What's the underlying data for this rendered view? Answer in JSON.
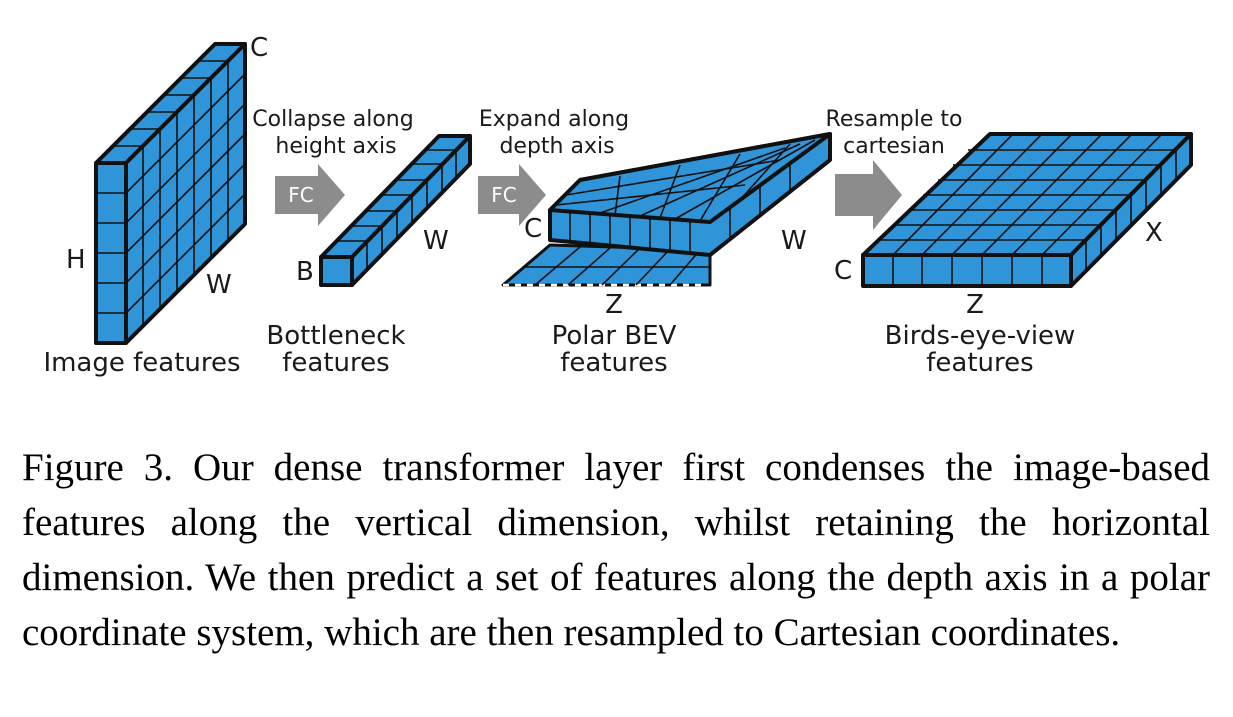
{
  "figure": {
    "image_features": {
      "label": "Image features",
      "dim_c": "C",
      "dim_h": "H",
      "dim_w": "W"
    },
    "step1": {
      "line1": "Collapse along",
      "line2": "height axis",
      "op": "FC"
    },
    "bottleneck": {
      "line1": "Bottleneck",
      "line2": "features",
      "dim_b": "B",
      "dim_w": "W"
    },
    "step2": {
      "line1": "Expand along",
      "line2": "depth axis",
      "op": "FC"
    },
    "polar": {
      "line1": "Polar BEV",
      "line2": "features",
      "dim_c": "C",
      "dim_w": "W",
      "dim_z": "Z"
    },
    "step3": {
      "line1": "Resample to",
      "line2": "cartesian"
    },
    "bev": {
      "line1": "Birds-eye-view",
      "line2": "features",
      "dim_c": "C",
      "dim_x": "X",
      "dim_z": "Z"
    },
    "colors": {
      "cube_fill": "#2f94d8",
      "cube_stroke": "#111111",
      "arrow": "#8c8c8c"
    }
  },
  "caption": {
    "label": "Figure 3.",
    "text": "Our dense transformer layer first condenses the image-based features along the vertical dimension, whilst retaining the horizontal dimension. We then predict a set of features along the depth axis in a polar coordinate system, which are then resampled to Cartesian coordinates."
  }
}
